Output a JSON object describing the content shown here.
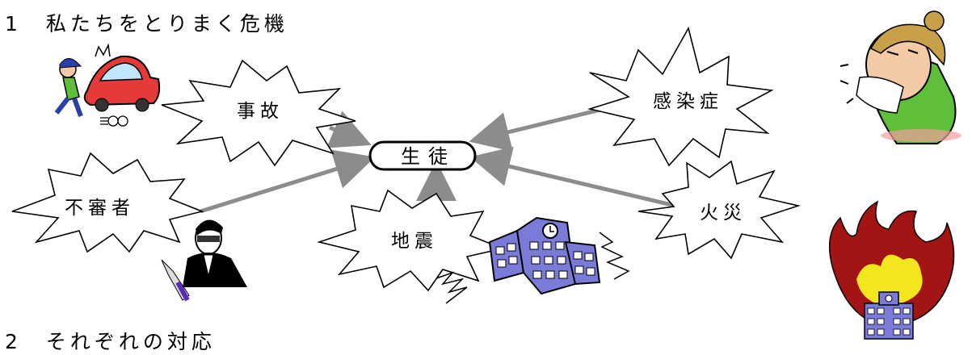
{
  "headings": {
    "section1": "1　私たちをとりまく危機",
    "section2": "2　それぞれの対応"
  },
  "center_node": {
    "label": "生徒"
  },
  "hazards": [
    {
      "id": "accident",
      "label": "事故"
    },
    {
      "id": "intruder",
      "label": "不審者"
    },
    {
      "id": "earthquake",
      "label": "地震"
    },
    {
      "id": "infection",
      "label": "感染症"
    },
    {
      "id": "fire",
      "label": "火災"
    }
  ],
  "colors": {
    "arrow": "#8c8c8c",
    "car": "#e53a3a",
    "building": "#7a7ad8",
    "flame": "#a31515",
    "flame_inner": "#f3e61f",
    "sick_face": "#f4c9a6",
    "sick_shirt": "#5fbf3a"
  },
  "icons": [
    "car-accident-illustration",
    "suspicious-person-illustration",
    "school-building-illustration",
    "coughing-person-illustration",
    "burning-building-illustration"
  ]
}
